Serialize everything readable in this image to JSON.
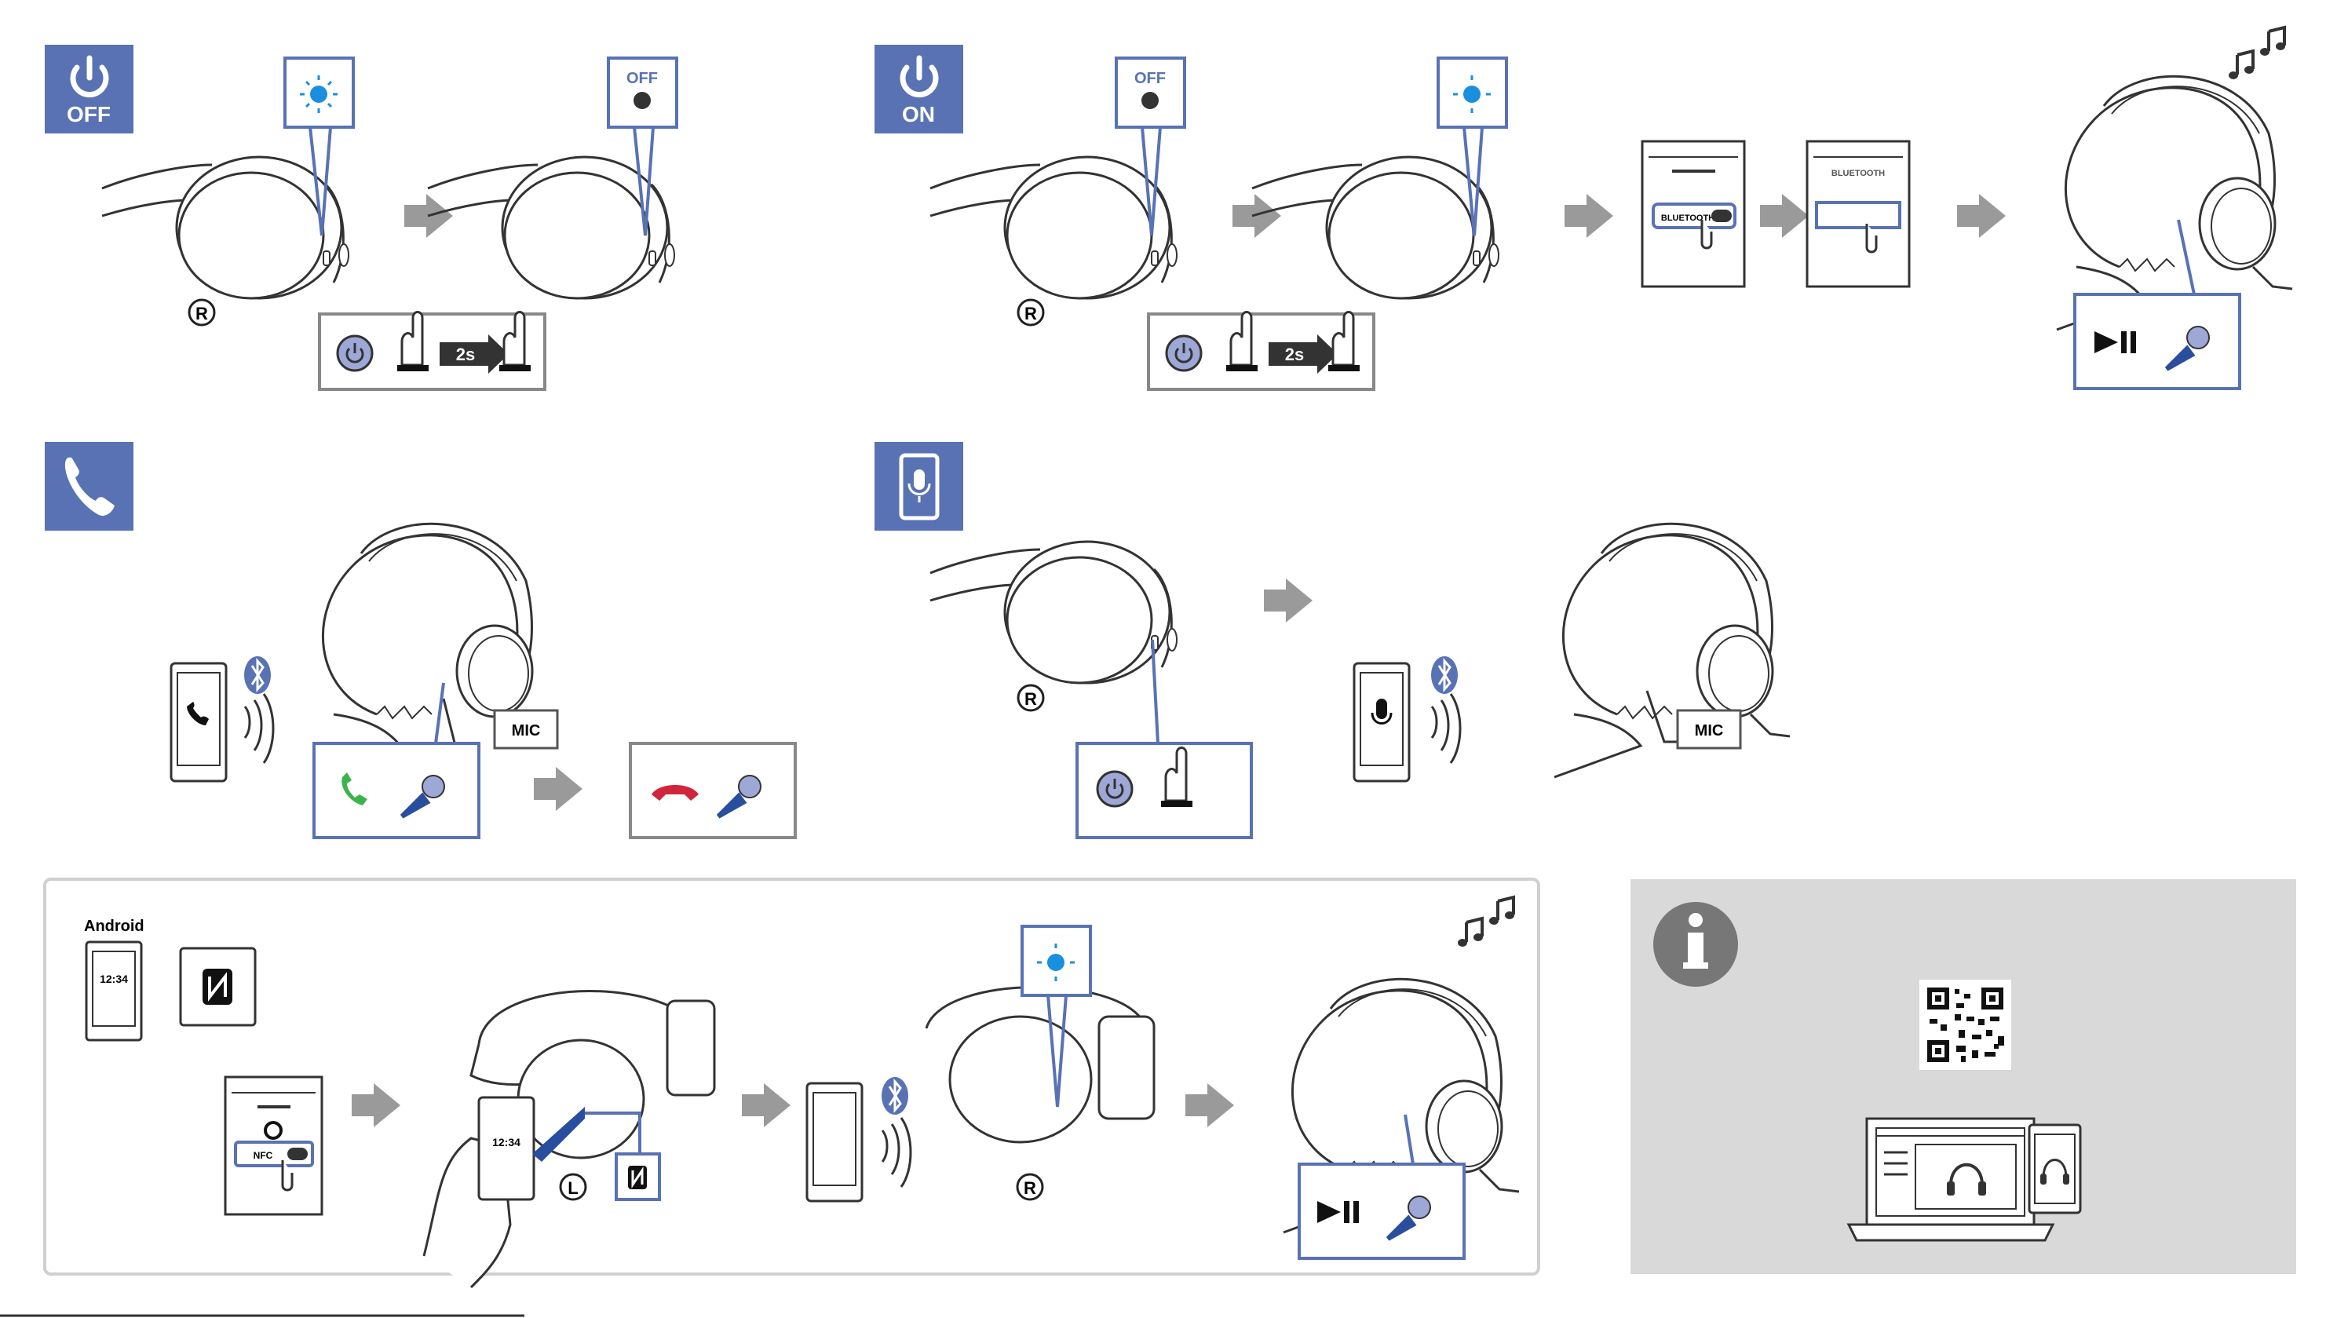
{
  "sections": {
    "power_off": {
      "label": "OFF"
    },
    "power_on": {
      "label": "ON"
    },
    "phone": {},
    "voice": {},
    "nfc": {
      "os_label": "Android"
    },
    "info": {}
  },
  "leds": {
    "off_text": "OFF"
  },
  "icons": {
    "power": "power-icon",
    "phone": "phone-icon",
    "voice_assistant": "voice-assistant-icon",
    "bluetooth": "bluetooth-icon",
    "nfc": "nfc-icon",
    "info": "info-icon",
    "play_pause": "play-pause-icon",
    "music": "music-notes-icon",
    "arrow": "arrow-right-icon"
  },
  "steps": {
    "hold_duration": "2s",
    "right_side": "R",
    "left_side": "L",
    "mic_label": "MIC",
    "bluetooth_label": "BLUETOOTH",
    "nfc_label": "NFC",
    "clock": "12:34"
  },
  "colors": {
    "accent_blue": "#5872b4",
    "led_blue": "#1a8fe0",
    "call_green": "#3cb44b",
    "hangup_red": "#d0253a",
    "arrow_gray": "#9a9a9a",
    "panel_gray": "#d9d9d9"
  }
}
